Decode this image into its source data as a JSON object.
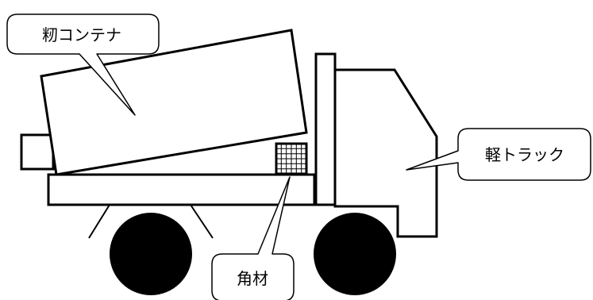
{
  "labels": {
    "container": "籾コンテナ",
    "truck": "軽トラック",
    "block": "角材"
  },
  "colors": {
    "line": "#000000",
    "fill": "#ffffff",
    "wheel": "#000000"
  }
}
